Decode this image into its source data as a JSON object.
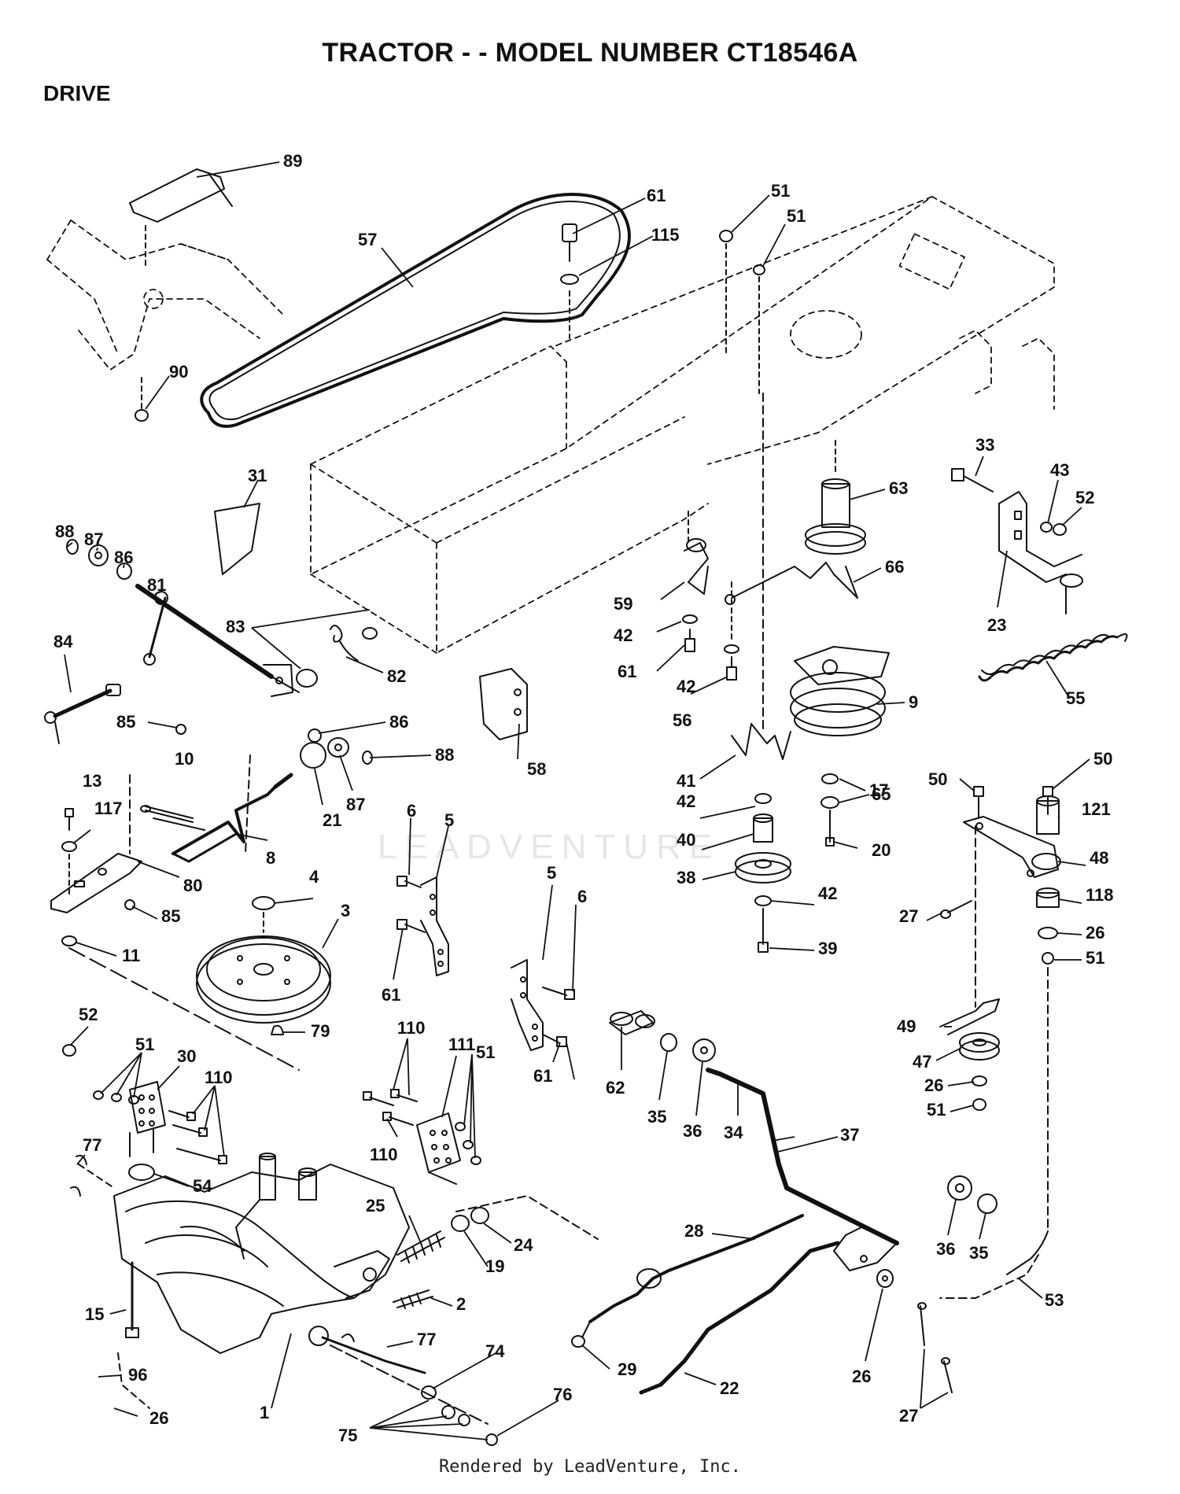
{
  "title": "TRACTOR - - MODEL NUMBER CT18546A",
  "section": "DRIVE",
  "footer": "Rendered by LeadVenture, Inc.",
  "watermark": "LEADVENTURE",
  "callouts": [
    {
      "id": "c89a",
      "label": "89"
    },
    {
      "id": "c57",
      "label": "57"
    },
    {
      "id": "c61a",
      "label": "61"
    },
    {
      "id": "c115",
      "label": "115"
    },
    {
      "id": "c51a",
      "label": "51"
    },
    {
      "id": "c51b",
      "label": "51"
    },
    {
      "id": "c90",
      "label": "90"
    },
    {
      "id": "c31",
      "label": "31"
    },
    {
      "id": "c63",
      "label": "63"
    },
    {
      "id": "c33",
      "label": "33"
    },
    {
      "id": "c43",
      "label": "43"
    },
    {
      "id": "c52a",
      "label": "52"
    },
    {
      "id": "c88a",
      "label": "88"
    },
    {
      "id": "c87a",
      "label": "87"
    },
    {
      "id": "c86a",
      "label": "86"
    },
    {
      "id": "c81",
      "label": "81"
    },
    {
      "id": "c66",
      "label": "66"
    },
    {
      "id": "c84",
      "label": "84"
    },
    {
      "id": "c83",
      "label": "83"
    },
    {
      "id": "c59",
      "label": "59"
    },
    {
      "id": "c23",
      "label": "23"
    },
    {
      "id": "c42a",
      "label": "42"
    },
    {
      "id": "c82",
      "label": "82"
    },
    {
      "id": "c61b",
      "label": "61"
    },
    {
      "id": "c42b",
      "label": "42"
    },
    {
      "id": "c9",
      "label": "9"
    },
    {
      "id": "c55",
      "label": "55"
    },
    {
      "id": "c86b",
      "label": "86"
    },
    {
      "id": "c56",
      "label": "56"
    },
    {
      "id": "c85a",
      "label": "85"
    },
    {
      "id": "c88b",
      "label": "88"
    },
    {
      "id": "c10",
      "label": "10"
    },
    {
      "id": "c58",
      "label": "58"
    },
    {
      "id": "c13",
      "label": "13"
    },
    {
      "id": "c41",
      "label": "41"
    },
    {
      "id": "c17",
      "label": "17"
    },
    {
      "id": "c50a",
      "label": "50"
    },
    {
      "id": "c50b",
      "label": "50"
    },
    {
      "id": "c87b",
      "label": "87"
    },
    {
      "id": "c65",
      "label": "65"
    },
    {
      "id": "c117",
      "label": "117"
    },
    {
      "id": "c21",
      "label": "21"
    },
    {
      "id": "c42c",
      "label": "42"
    },
    {
      "id": "c121",
      "label": "121"
    },
    {
      "id": "c6a",
      "label": "6"
    },
    {
      "id": "c5a",
      "label": "5"
    },
    {
      "id": "c40",
      "label": "40"
    },
    {
      "id": "c8",
      "label": "8"
    },
    {
      "id": "c20",
      "label": "20"
    },
    {
      "id": "c48",
      "label": "48"
    },
    {
      "id": "c80",
      "label": "80"
    },
    {
      "id": "c38",
      "label": "38"
    },
    {
      "id": "c5b",
      "label": "5"
    },
    {
      "id": "c4",
      "label": "4"
    },
    {
      "id": "c42d",
      "label": "42"
    },
    {
      "id": "c118",
      "label": "118"
    },
    {
      "id": "c6b",
      "label": "6"
    },
    {
      "id": "c27a",
      "label": "27"
    },
    {
      "id": "c85b",
      "label": "85"
    },
    {
      "id": "c3",
      "label": "3"
    },
    {
      "id": "c26a",
      "label": "26"
    },
    {
      "id": "c11",
      "label": "11"
    },
    {
      "id": "c39",
      "label": "39"
    },
    {
      "id": "c51c",
      "label": "51"
    },
    {
      "id": "c61c",
      "label": "61"
    },
    {
      "id": "c52b",
      "label": "52"
    },
    {
      "id": "c79",
      "label": "79"
    },
    {
      "id": "c49",
      "label": "49"
    },
    {
      "id": "c110a",
      "label": "110"
    },
    {
      "id": "c51d",
      "label": "51"
    },
    {
      "id": "c30",
      "label": "30"
    },
    {
      "id": "c111",
      "label": "111"
    },
    {
      "id": "c47",
      "label": "47"
    },
    {
      "id": "c26b",
      "label": "26"
    },
    {
      "id": "c61d",
      "label": "61"
    },
    {
      "id": "c51e",
      "label": "51"
    },
    {
      "id": "c110b",
      "label": "110"
    },
    {
      "id": "c62",
      "label": "62"
    },
    {
      "id": "c51f",
      "label": "51"
    },
    {
      "id": "c35a",
      "label": "35"
    },
    {
      "id": "c36a",
      "label": "36"
    },
    {
      "id": "c34",
      "label": "34"
    },
    {
      "id": "c37",
      "label": "37"
    },
    {
      "id": "c77a",
      "label": "77"
    },
    {
      "id": "c110c",
      "label": "110"
    },
    {
      "id": "c54",
      "label": "54"
    },
    {
      "id": "c25",
      "label": "25"
    },
    {
      "id": "c24",
      "label": "24"
    },
    {
      "id": "c28",
      "label": "28"
    },
    {
      "id": "c19",
      "label": "19"
    },
    {
      "id": "c36b",
      "label": "36"
    },
    {
      "id": "c35b",
      "label": "35"
    },
    {
      "id": "c2",
      "label": "2"
    },
    {
      "id": "c53",
      "label": "53"
    },
    {
      "id": "c15",
      "label": "15"
    },
    {
      "id": "c77b",
      "label": "77"
    },
    {
      "id": "c74",
      "label": "74"
    },
    {
      "id": "c29",
      "label": "29"
    },
    {
      "id": "c26c",
      "label": "26"
    },
    {
      "id": "c96",
      "label": "96"
    },
    {
      "id": "c1",
      "label": "1"
    },
    {
      "id": "c76",
      "label": "76"
    },
    {
      "id": "c22",
      "label": "22"
    },
    {
      "id": "c27b",
      "label": "27"
    },
    {
      "id": "c26d",
      "label": "26"
    },
    {
      "id": "c75",
      "label": "75"
    }
  ]
}
